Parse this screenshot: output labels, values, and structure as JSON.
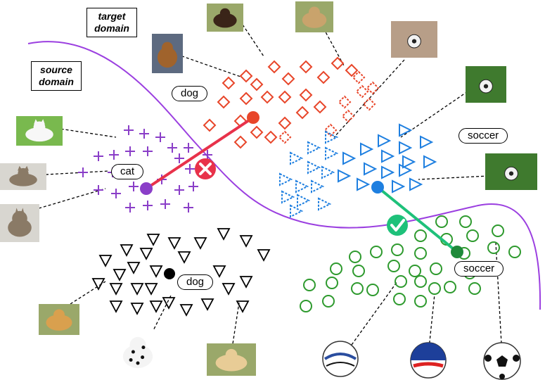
{
  "domain_labels": {
    "target": [
      "target",
      "domain"
    ],
    "source": [
      "source",
      "domain"
    ]
  },
  "class_labels": {
    "dog_target": "dog",
    "soccer_target": "soccer",
    "cat_source": "cat",
    "dog_source": "dog",
    "soccer_source": "soccer"
  },
  "indicators": {
    "wrong": {
      "symbol": "✕",
      "color": "#e8324a"
    },
    "correct": {
      "symbol": "✓",
      "color": "#1ec17a"
    }
  },
  "colors": {
    "boundary": "#9b3fe0",
    "dog_target": "#e8462a",
    "soccer_target": "#1e7fe0",
    "cat_source": "#8a3ec8",
    "dog_source": "#000000",
    "soccer_source": "#2e9a2e",
    "wrong_link": "#e8324a",
    "correct_link": "#1ec17a"
  },
  "images": [
    {
      "name": "dachshund-photo",
      "kind": "dog"
    },
    {
      "name": "sleeping-dog-photo",
      "kind": "dog"
    },
    {
      "name": "collie-photo",
      "kind": "dog"
    },
    {
      "name": "soccer-ball-field-photo",
      "kind": "ball"
    },
    {
      "name": "soccer-ball-grass-photo",
      "kind": "ball"
    },
    {
      "name": "soccer-field-photo",
      "kind": "field"
    },
    {
      "name": "white-kitten-photo",
      "kind": "cat"
    },
    {
      "name": "tabby-cat-lying-photo",
      "kind": "cat"
    },
    {
      "name": "tabby-cat-photo",
      "kind": "cat"
    },
    {
      "name": "golden-retriever-photo",
      "kind": "dog"
    },
    {
      "name": "dalmatian-photo",
      "kind": "dog"
    },
    {
      "name": "labrador-puppy-photo",
      "kind": "dog"
    },
    {
      "name": "soccer-ball-white-blue-icon",
      "kind": "ballicon"
    },
    {
      "name": "soccer-ball-stars-stripes-icon",
      "kind": "ballicon"
    },
    {
      "name": "soccer-ball-classic-icon",
      "kind": "ballicon"
    }
  ]
}
